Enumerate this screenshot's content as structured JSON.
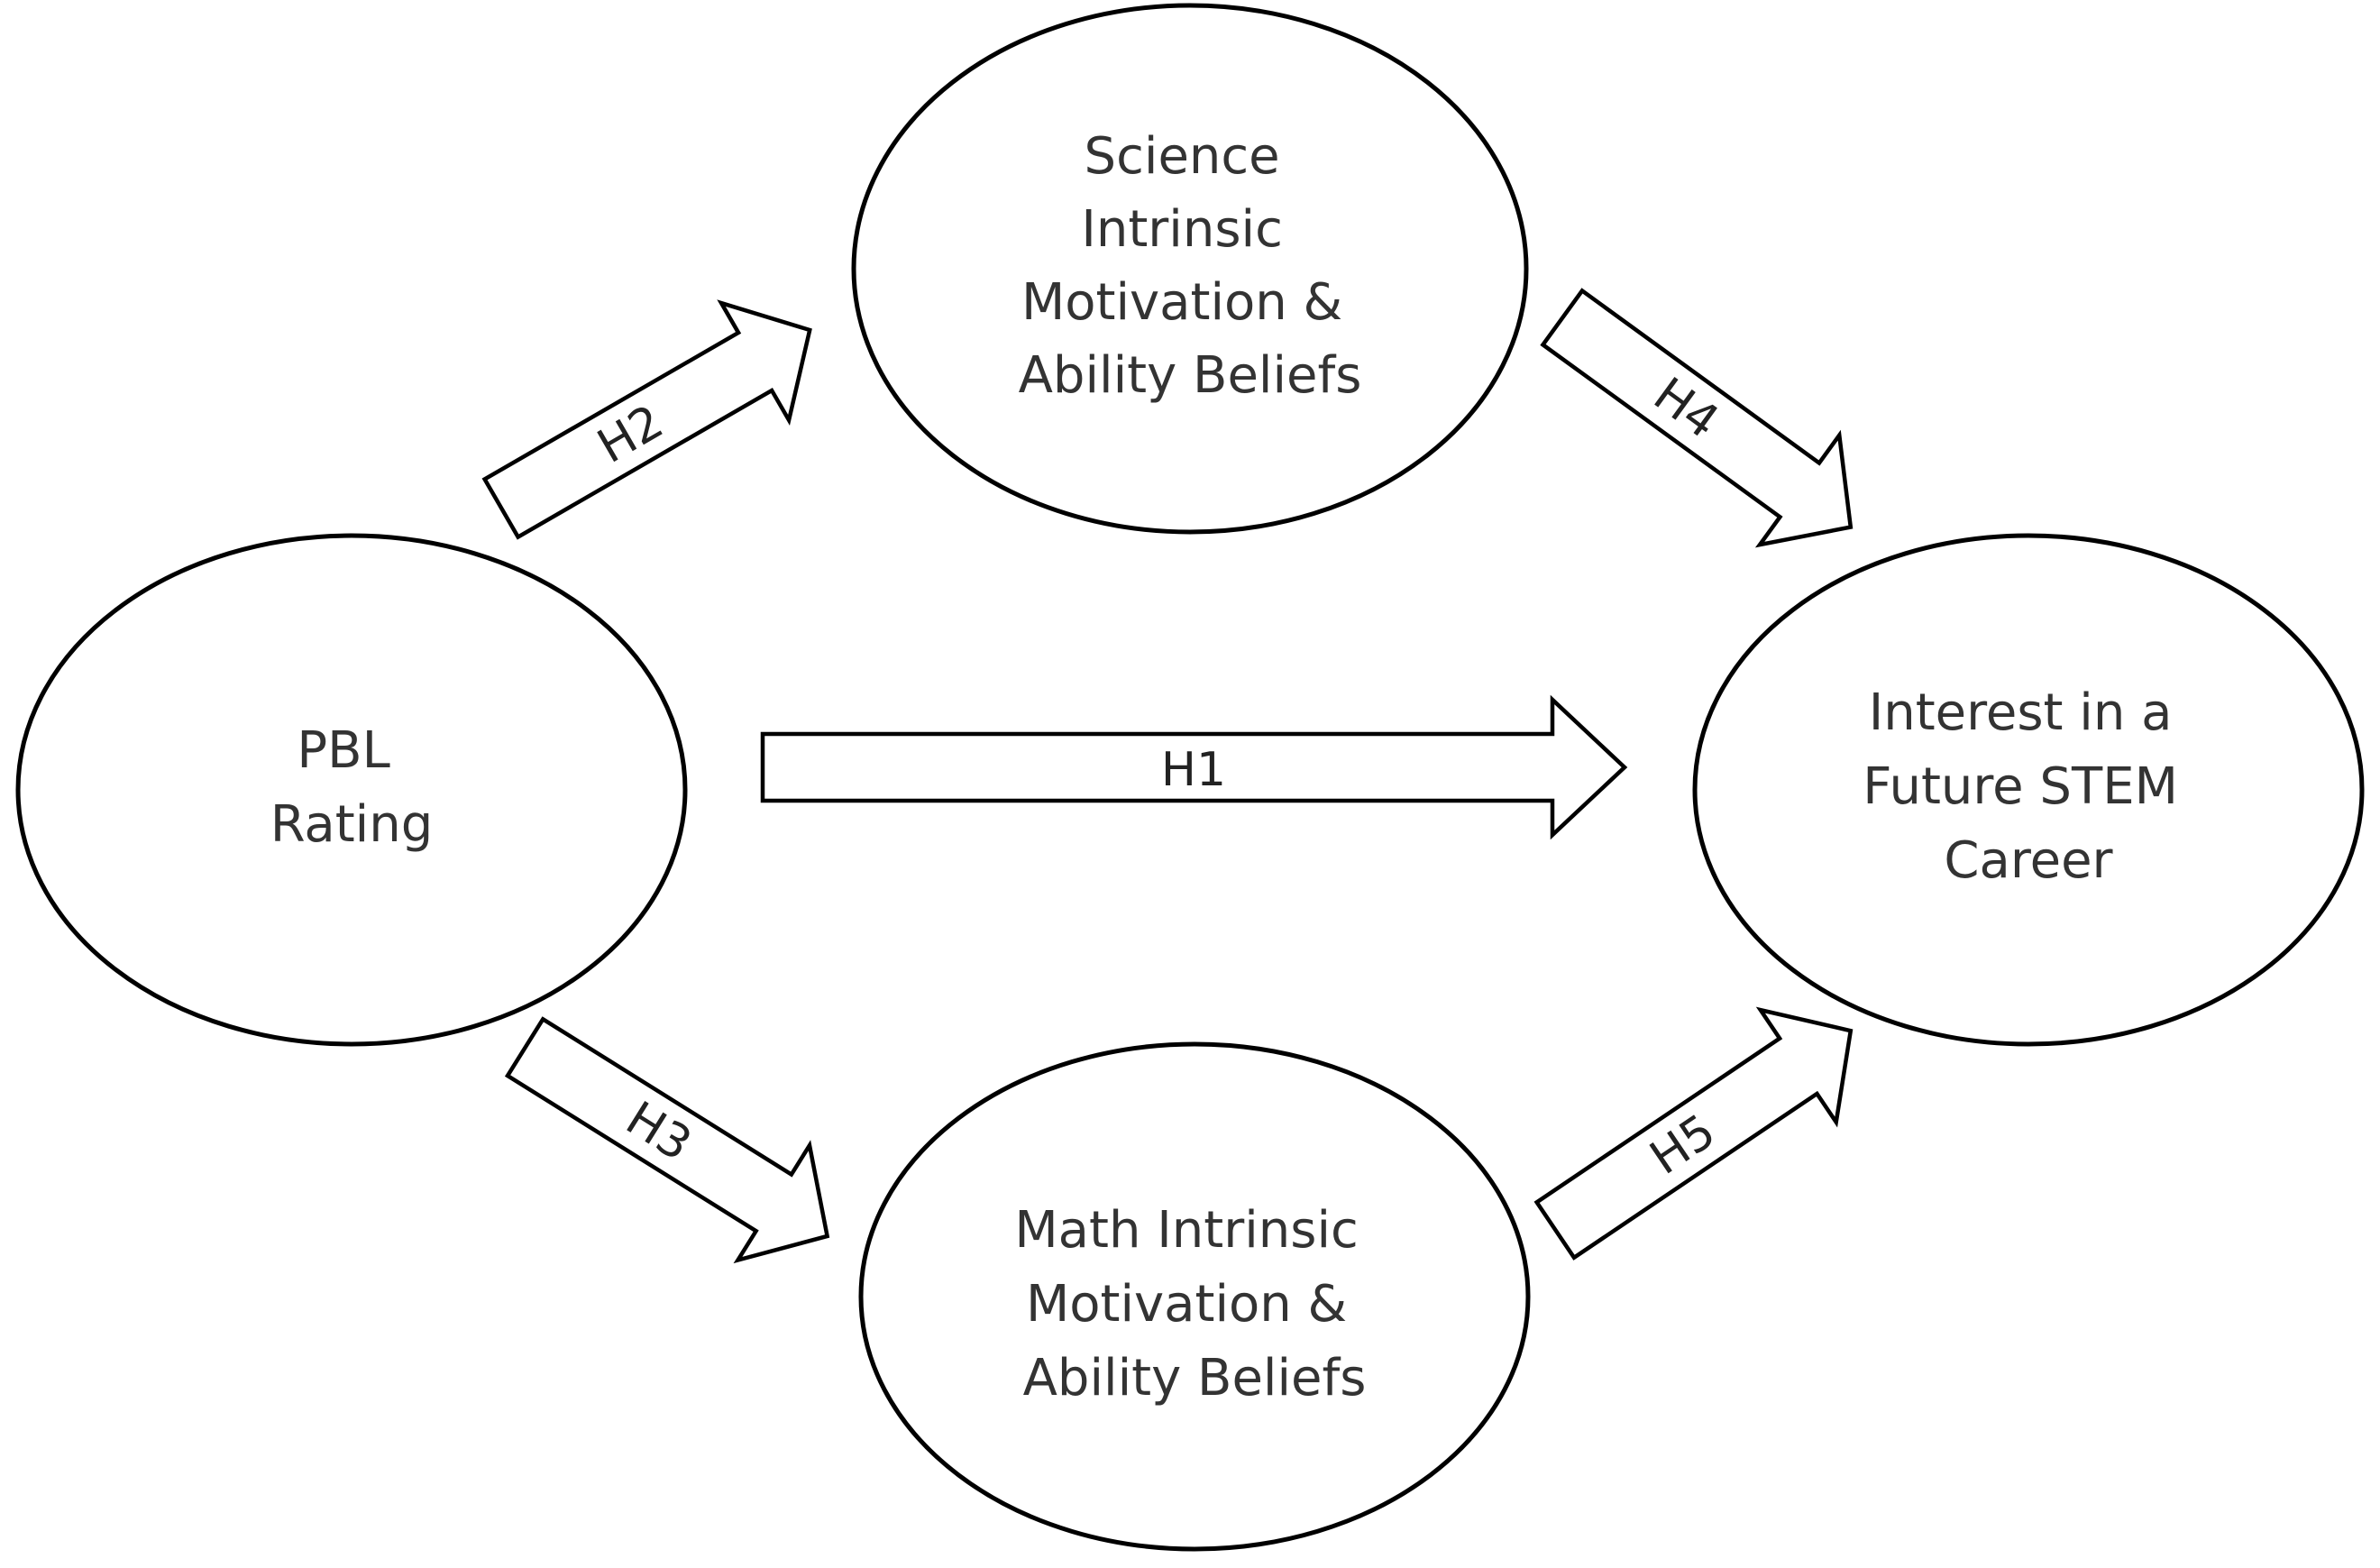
{
  "nodes": {
    "pbl": {
      "lines": [
        "PBL",
        "Rating"
      ]
    },
    "science": {
      "lines": [
        "Science",
        "Intrinsic",
        "Motivation &",
        "Ability Beliefs"
      ]
    },
    "math": {
      "lines": [
        "Math Intrinsic",
        "Motivation &",
        "Ability Beliefs"
      ]
    },
    "career": {
      "lines": [
        "Interest in a",
        "Future STEM",
        "Career"
      ]
    }
  },
  "paths": {
    "h1": {
      "label": "H1",
      "from": "PBL Rating",
      "to": "Interest in a Future STEM Career"
    },
    "h2": {
      "label": "H2",
      "from": "PBL Rating",
      "to": "Science Intrinsic Motivation & Ability Beliefs"
    },
    "h3": {
      "label": "H3",
      "from": "PBL Rating",
      "to": "Math Intrinsic Motivation & Ability Beliefs"
    },
    "h4": {
      "label": "H4",
      "from": "Science Intrinsic Motivation & Ability Beliefs",
      "to": "Interest in a Future STEM Career"
    },
    "h5": {
      "label": "H5",
      "from": "Math Intrinsic Motivation & Ability Beliefs",
      "to": "Interest in a Future STEM Career"
    }
  },
  "colors": {
    "stroke": "#000000",
    "fill": "#ffffff",
    "text": "#333333"
  }
}
